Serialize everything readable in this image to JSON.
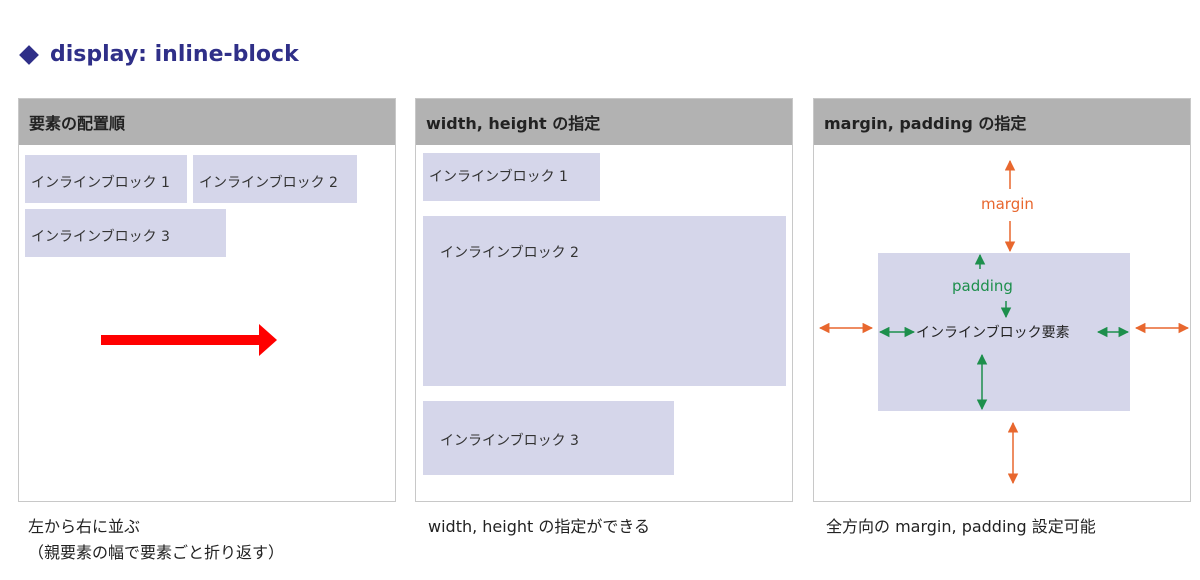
{
  "page": {
    "title": "display: inline-block",
    "colors": {
      "accent": "#2f2f88",
      "header_bg": "#b2b2b2",
      "block_bg": "#d5d6ea",
      "margin": "#e8672e",
      "padding": "#1d8f4c",
      "arrow": "#ff0000"
    }
  },
  "panel1": {
    "header": "要素の配置順",
    "blocks": [
      "インラインブロック 1",
      "インラインブロック 2",
      "インラインブロック 3"
    ],
    "caption_line1": "左から右に並ぶ",
    "caption_line2": "（親要素の幅で要素ごと折り返す）"
  },
  "panel2": {
    "header": "width, height の指定",
    "blocks": [
      "インラインブロック 1",
      "インラインブロック 2",
      "インラインブロック 3"
    ],
    "caption": "width, height の指定ができる"
  },
  "panel3": {
    "header": "margin, padding の指定",
    "margin_label": "margin",
    "padding_label": "padding",
    "element_label": "インラインブロック要素",
    "caption": "全方向の margin, padding 設定可能"
  }
}
